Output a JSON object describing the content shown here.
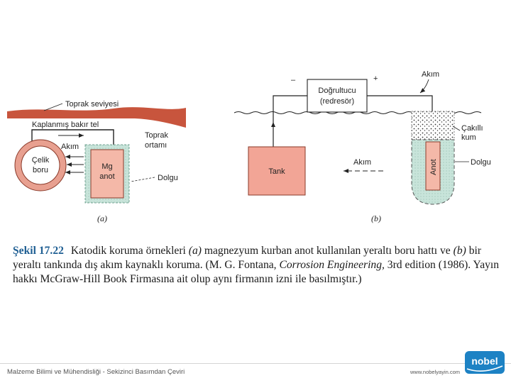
{
  "diagram": {
    "panel_a": {
      "ground_level_label": "Toprak seviyesi",
      "coated_wire_label": "Kaplanmış bakır tel",
      "soil_label_1": "Toprak",
      "soil_label_2": "ortamı",
      "current_label": "Akım",
      "pipe_label_1": "Çelik",
      "pipe_label_2": "boru",
      "anode_label_1": "Mg",
      "anode_label_2": "anot",
      "backfill_label": "Dolgu",
      "sublabel": "(a)"
    },
    "panel_b": {
      "minus_label": "–",
      "plus_label": "+",
      "rectifier_label_1": "Doğrultucu",
      "rectifier_label_2": "(redresör)",
      "current_top_label": "Akım",
      "gravel_label_1": "Çakıllı",
      "gravel_label_2": "kum",
      "tank_label": "Tank",
      "current_mid_label": "Akım",
      "anode_label": "Anot",
      "backfill_label": "Dolgu",
      "sublabel": "(b)"
    },
    "colors": {
      "soil": "#c8553d",
      "pipe": "#e8a090",
      "anode": "#f4b8a8",
      "backfill": "#c8e4da",
      "tank": "#f2a596"
    }
  },
  "caption": {
    "figure_number": "Şekil 17.22",
    "text_1": "Katodik koruma örnekleri ",
    "italic_a": "(a)",
    "text_2": " magnezyum kurban anot kullanılan yeraltı boru hattı ve ",
    "italic_b": "(b)",
    "text_3": " bir yeraltı tankında dış akım kaynaklı koruma. (M. G. Fontana, ",
    "italic_title": "Corrosion Engineering,",
    "text_4": " 3rd edition (1986). Yayın hakkı McGraw-Hill Book Firmasına ait olup aynı firmanın izni ile basılmıştır.)"
  },
  "footer": {
    "book_title": "Malzeme Bilimi ve Mühendisliği - Sekizinci Basımdan Çeviri",
    "url": "www.nobelyayin.com",
    "logo_text": "nobel"
  }
}
